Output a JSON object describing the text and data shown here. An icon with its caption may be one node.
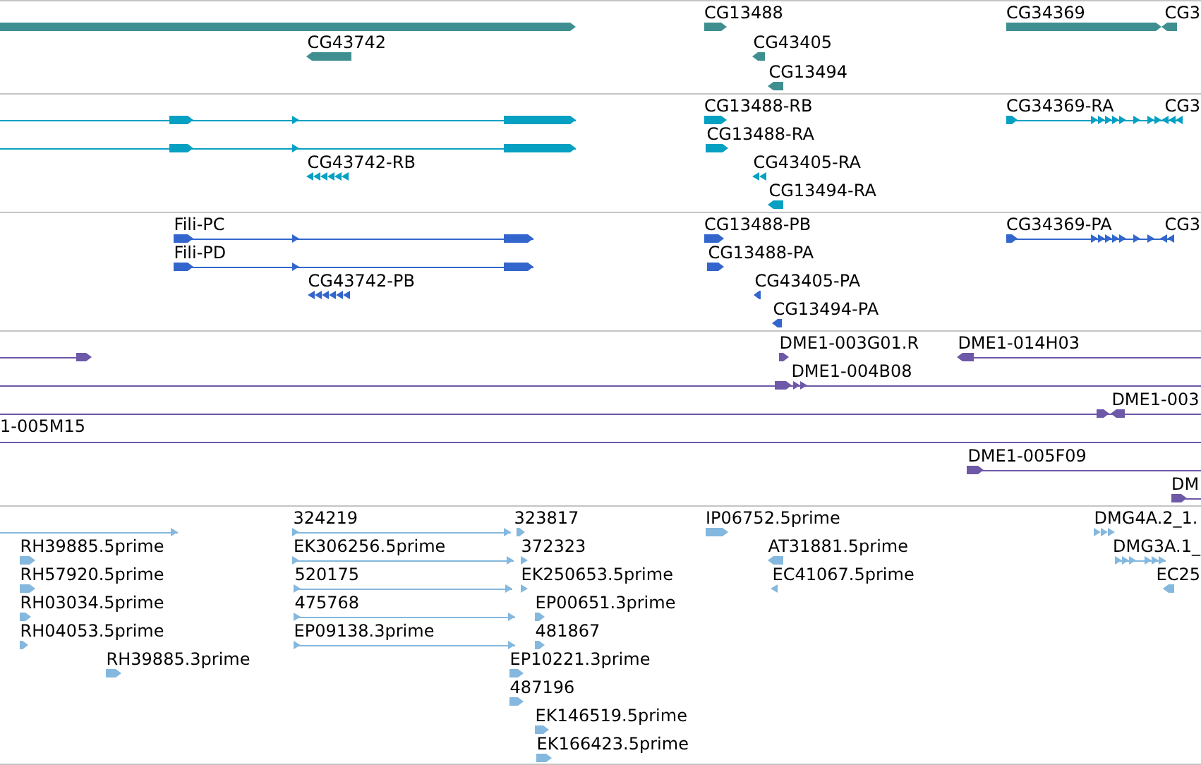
{
  "diagram": {
    "labels": [
      "CG13488",
      "CG34369",
      "CG3",
      "CG43742",
      "CG43405",
      "CG13494",
      "CG13488-RB",
      "CG34369-RA",
      "CG3",
      "CG13488-RA",
      "CG43742-RB",
      "CG43405-RA",
      "CG13494-RA",
      "Fili-PC",
      "CG13488-PB",
      "CG34369-PA",
      "CG3",
      "Fili-PD",
      "CG13488-PA",
      "CG43742-PB",
      "CG43405-PA",
      "CG13494-PA",
      "DME1-003G01.R",
      "DME1-014H03",
      "DME1-004B08",
      "DME1-003",
      "1-005M15",
      "DME1-005F09",
      "DM",
      "324219",
      "323817",
      "IP06752.5prime",
      "DMG4A.2_1.",
      "RH39885.5prime",
      "EK306256.5prime",
      "372323",
      "AT31881.5prime",
      "DMG3A.1_",
      "RH57920.5prime",
      "520175",
      "EK250653.5prime",
      "EC41067.5prime",
      "EC25",
      "RH03034.5prime",
      "475768",
      "EP00651.3prime",
      "RH04053.5prime",
      "EP09138.3prime",
      "481867",
      "RH39885.3prime",
      "EP10221.3prime",
      "487196",
      "EK146519.5prime",
      "EK166423.5prime"
    ]
  }
}
